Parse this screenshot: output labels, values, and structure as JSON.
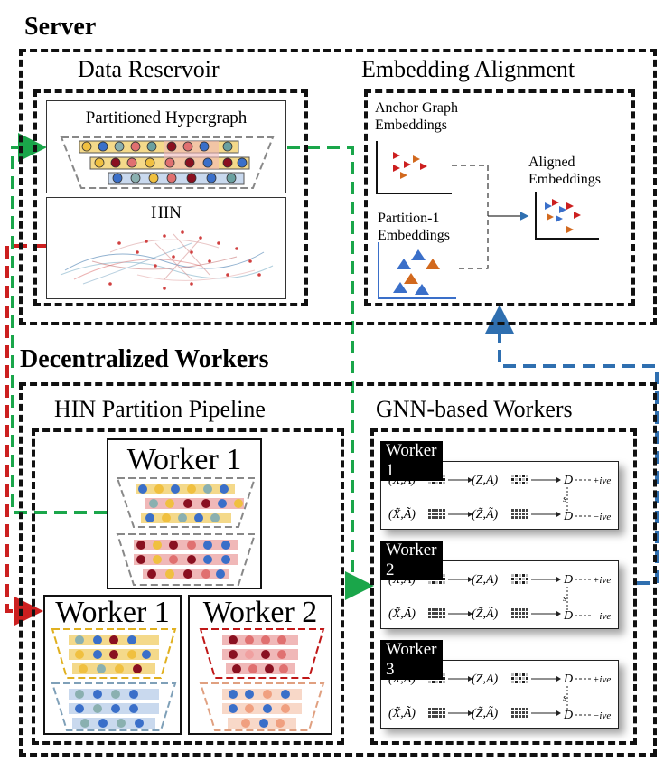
{
  "server": {
    "title": "Server",
    "data_reservoir": {
      "title": "Data Reservoir",
      "hypergraph_label": "Partitioned Hypergraph",
      "hin_label": "HIN"
    },
    "alignment": {
      "title": "Embedding Alignment",
      "anchor_label_1": "Anchor Graph",
      "anchor_label_2": "Embeddings",
      "aligned_label_1": "Aligned",
      "aligned_label_2": "Embeddings",
      "partition_label_1": "Partition-1",
      "partition_label_2": "Embeddings"
    }
  },
  "workers_section": {
    "title": "Decentralized Workers",
    "pipeline": {
      "title": "HIN Partition Pipeline",
      "worker_top": "Worker 1",
      "worker_left": "Worker 1",
      "worker_right": "Worker 2"
    },
    "gnn": {
      "title": "GNN-based Workers",
      "cards": [
        {
          "name": "Worker 1"
        },
        {
          "name": "Worker 2"
        },
        {
          "name": "Worker 3"
        }
      ],
      "formula": {
        "xa": "(X,A)",
        "za": "(Z,A)",
        "xa_tilde": "(X̃,Ã)",
        "za_tilde": "(Z̃,Ã)",
        "d": "D",
        "pos": "+ive",
        "neg": "−ive",
        "s": "s"
      }
    }
  },
  "colors": {
    "green": "#1aa64a",
    "red": "#cc1f1f",
    "blue": "#2f6fb0",
    "orange": "#d2691e",
    "dark_red": "#b01020"
  }
}
